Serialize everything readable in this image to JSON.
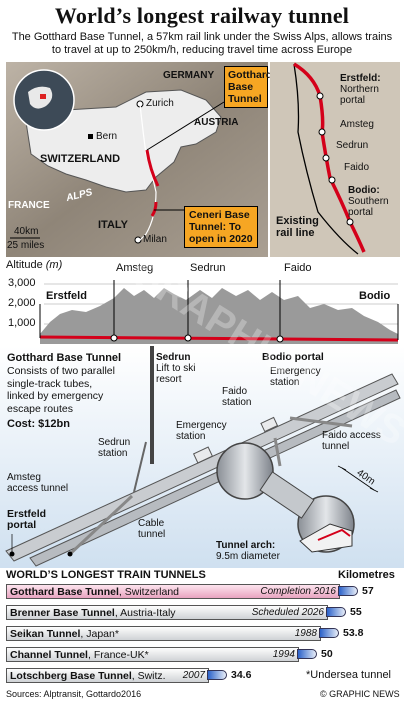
{
  "title": "World’s longest railway tunnel",
  "subtitle": "The Gotthard Base Tunnel, a 57km rail link under the Swiss Alps, allows trains to travel at up to 250km/h, reducing travel time across Europe",
  "map": {
    "countries": [
      "GERMANY",
      "AUSTRIA",
      "SWITZERLAND",
      "FRANCE",
      "ITALY"
    ],
    "cities": [
      "Zurich",
      "Bern",
      "Milan"
    ],
    "region": "ALPS",
    "scale_km": "40km",
    "scale_miles": "25 miles",
    "callout_north": [
      "Gotthard",
      "Base",
      "Tunnel"
    ],
    "callout_south": [
      "Ceneri Base",
      "Tunnel: To",
      "open in 2020"
    ]
  },
  "inset": {
    "erstfeld": [
      "Erstfeld:",
      "Northern",
      "portal"
    ],
    "amsteg": "Amsteg",
    "sedrun": "Sedrun",
    "faido": "Faido",
    "bodio": [
      "Bodio:",
      "Southern",
      "portal"
    ],
    "existing": [
      "Existing",
      "rail line"
    ]
  },
  "profile": {
    "ylabel": "Altitude",
    "yunit": "(m)",
    "yticks": [
      "3,000",
      "2,000",
      "1,000"
    ],
    "stations": [
      "Amsteg",
      "Sedrun",
      "Faido"
    ],
    "left_end": "Erstfeld",
    "right_end": "Bodio"
  },
  "cutaway": {
    "heading": "Gotthard Base Tunnel",
    "desc": [
      "Consists of two parallel",
      "single-track tubes,",
      "linked by emergency",
      "escape routes"
    ],
    "cost": "Cost: $12bn",
    "sedrun": "Sedrun",
    "sedrun_desc": [
      "Lift to ski",
      "resort"
    ],
    "bodio_portal": "Bodio portal",
    "emergency_top": [
      "Emergency",
      "station"
    ],
    "faido_station": [
      "Faido",
      "station"
    ],
    "emergency_mid": [
      "Emergency",
      "station"
    ],
    "sedrun_station": [
      "Sedrun",
      "station"
    ],
    "faido_access": [
      "Faido access",
      "tunnel"
    ],
    "spacing": "40m",
    "amsteg_access": [
      "Amsteg",
      "access tunnel"
    ],
    "erstfeld_portal": [
      "Erstfeld",
      "portal"
    ],
    "cable_tunnel": [
      "Cable",
      "tunnel"
    ],
    "arch_label": "Tunnel arch:",
    "arch_value": "9.5m diameter"
  },
  "ranking": {
    "heading": "WORLD’S LONGEST TRAIN TUNNELS",
    "unit": "Kilometres",
    "rows": [
      {
        "name": "Gotthard Base Tunnel",
        "loc": ", Switzerland",
        "status": "Completion 2016",
        "value": "57"
      },
      {
        "name": "Brenner Base Tunnel",
        "loc": ", Austria-Italy",
        "status": "Scheduled 2026",
        "value": "55"
      },
      {
        "name": "Seikan Tunnel",
        "loc": ", Japan*",
        "status": "1988",
        "value": "53.8"
      },
      {
        "name": "Channel Tunnel",
        "loc": ", France-UK*",
        "status": "1994",
        "value": "50"
      },
      {
        "name": "Lotschberg Base Tunnel",
        "loc": ", Switz.",
        "status": "2007",
        "value": "34.6"
      }
    ],
    "footnote": "*Undersea tunnel"
  },
  "chart_data": {
    "type": "bar",
    "title": "WORLD’S LONGEST TRAIN TUNNELS",
    "ylabel": "Kilometres",
    "categories": [
      "Gotthard Base Tunnel",
      "Brenner Base Tunnel",
      "Seikan Tunnel",
      "Channel Tunnel",
      "Lotschberg Base Tunnel"
    ],
    "values": [
      57,
      55,
      53.8,
      50,
      34.6
    ],
    "xlim": [
      0,
      57
    ]
  },
  "sources": "Sources: Alptransit, Gottardo2016",
  "credit": "© GRAPHIC NEWS",
  "watermark": "GRAPHIC NEWS"
}
